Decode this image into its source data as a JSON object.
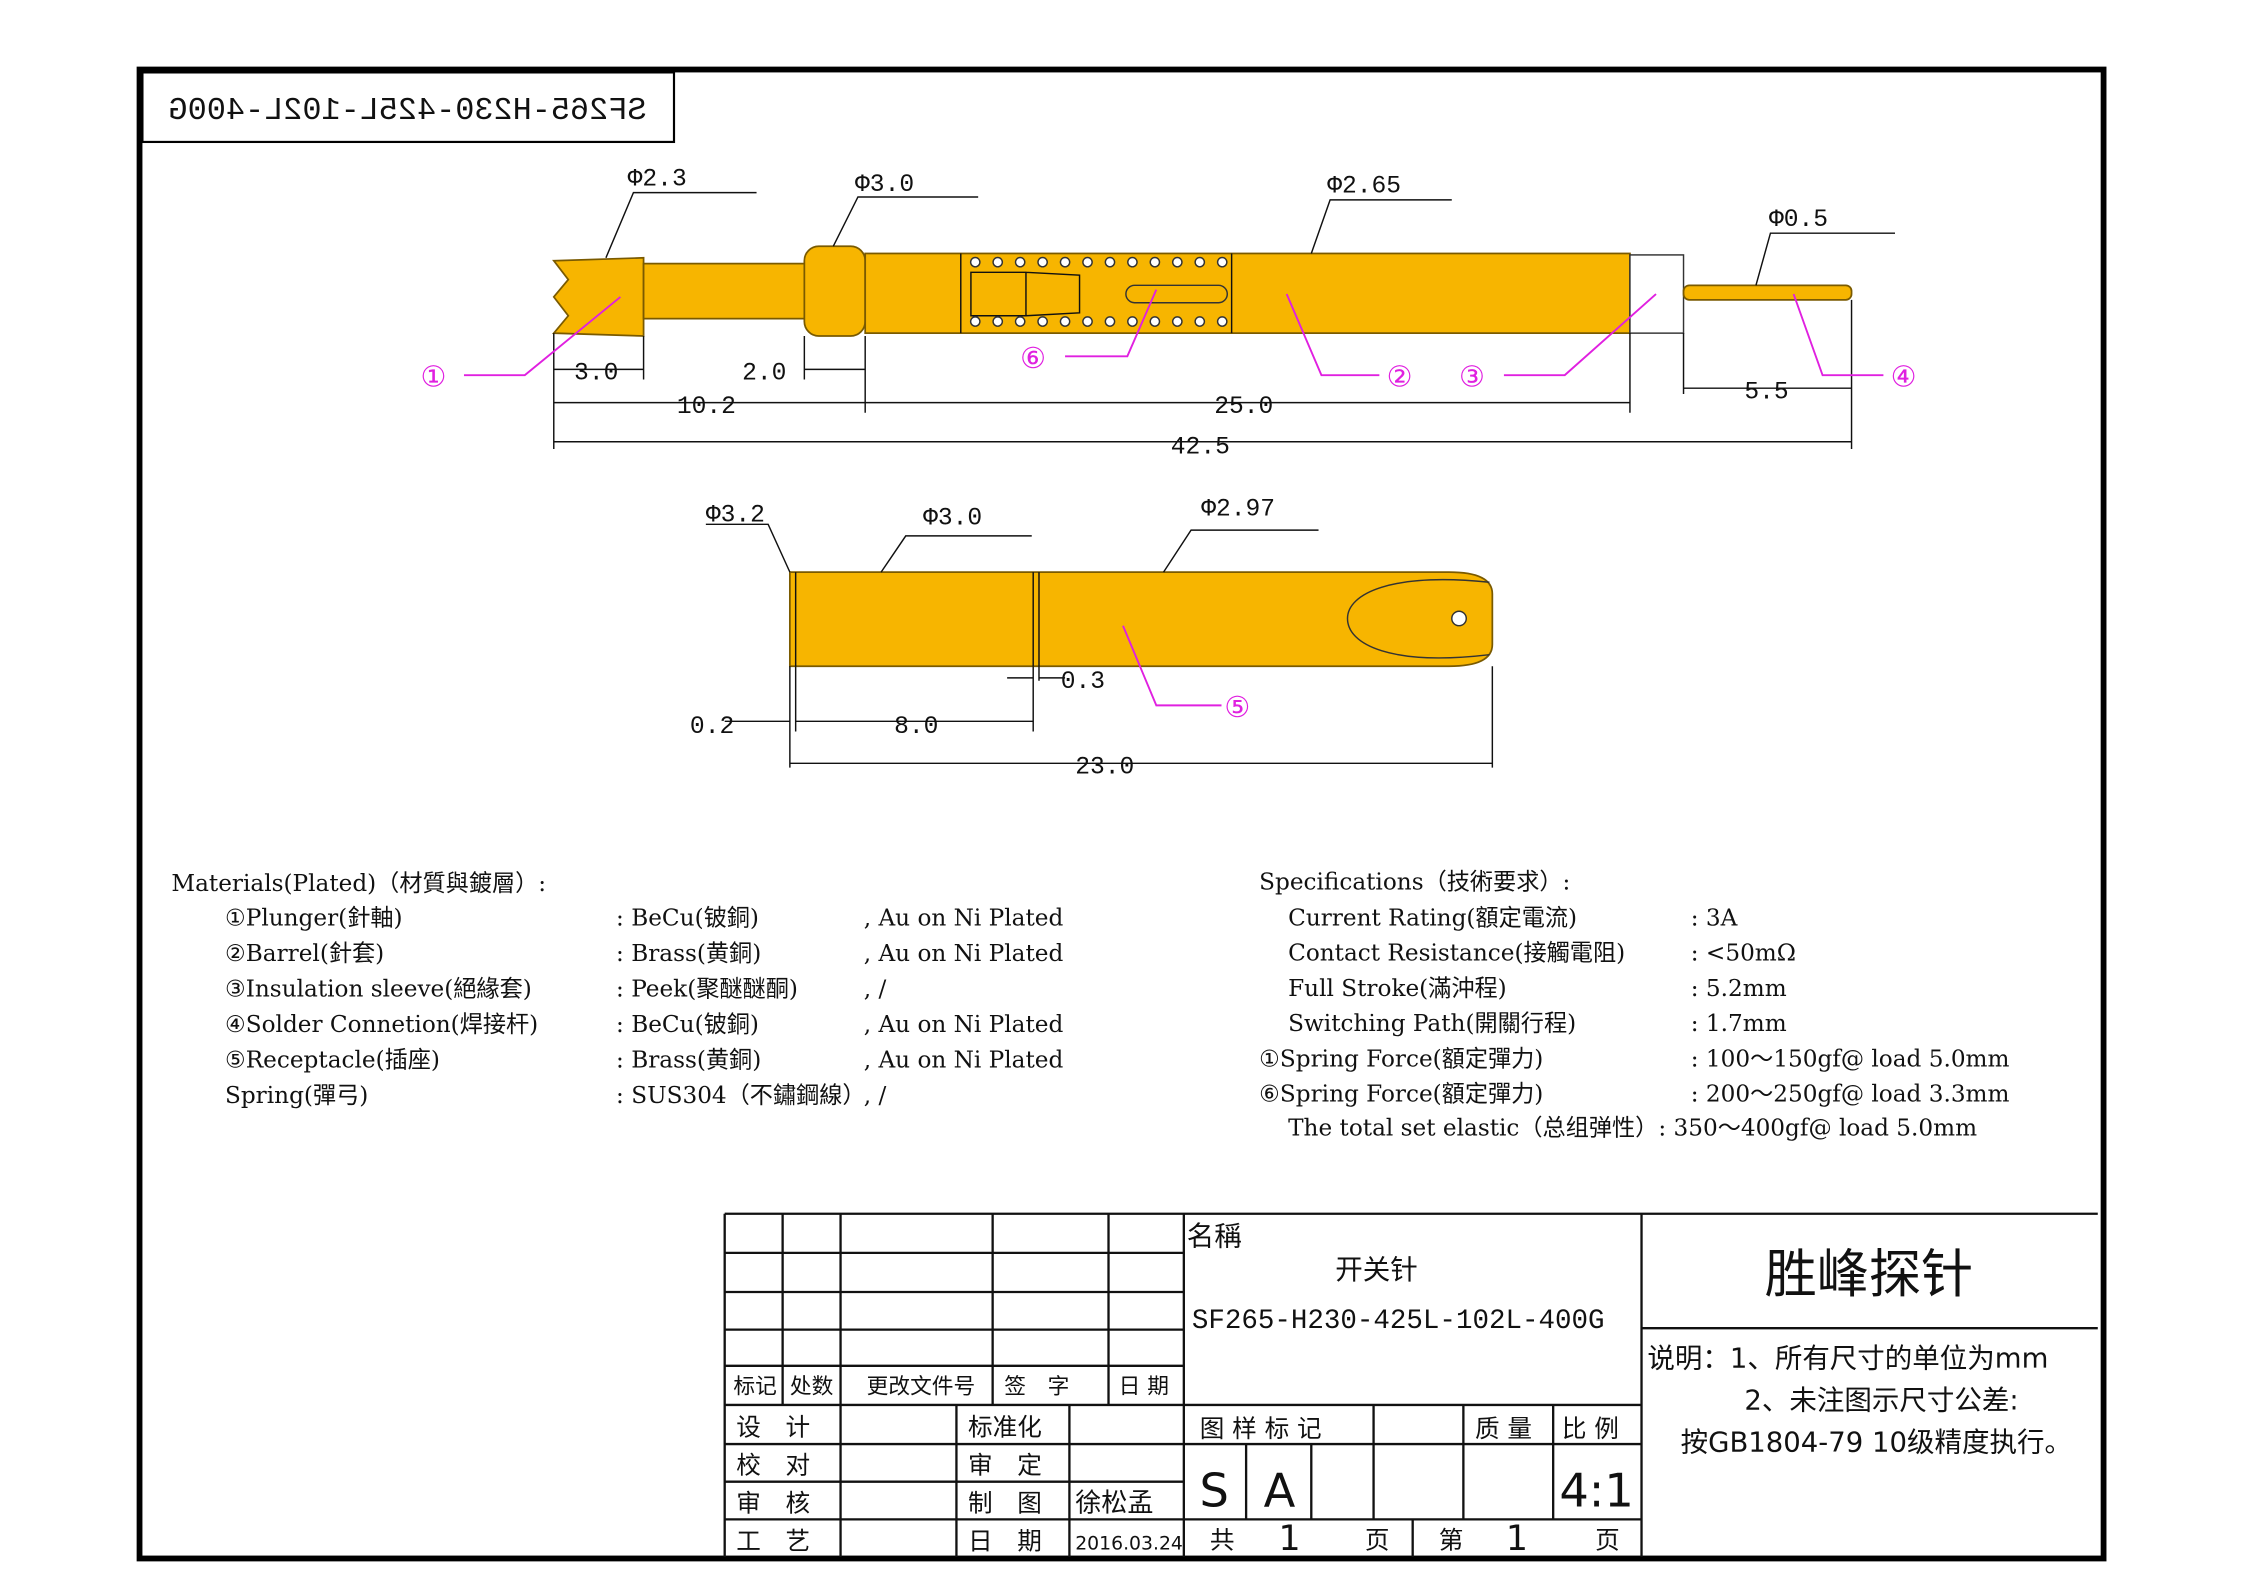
{
  "title_box": {
    "part_number": "SF265-H230-425L-102L-400G"
  },
  "plunger_view": {
    "diameters": [
      "Φ2.3",
      "Φ3.0",
      "Φ2.65",
      "Φ0.5"
    ],
    "dimensions": [
      "3.0",
      "2.0",
      "10.2",
      "25.0",
      "5.5",
      "42.5"
    ],
    "callouts": [
      "①",
      "⑥",
      "②",
      "③",
      "④"
    ]
  },
  "receptacle_view": {
    "diameters": [
      "Φ3.2",
      "Φ3.0",
      "Φ2.97"
    ],
    "dimensions": [
      "0.3",
      "0.2",
      "8.0",
      "23.0"
    ],
    "callouts": [
      "⑤"
    ]
  },
  "materials": {
    "heading": "Materials(Plated)（材質與鍍層）:",
    "rows": [
      {
        "part": "①Plunger(針軸)",
        "material": ": BeCu(铍銅)",
        "plating": ",  Au on Ni Plated"
      },
      {
        "part": "②Barrel(針套)",
        "material": ": Brass(黄銅)",
        "plating": ",  Au on Ni Plated"
      },
      {
        "part": "③Insulation sleeve(絕緣套)",
        "material": ": Peek(聚醚醚酮)",
        "plating": ",  /"
      },
      {
        "part": "④Solder Connetion(焊接杆)",
        "material": ": BeCu(铍銅)",
        "plating": ",  Au on Ni Plated"
      },
      {
        "part": "⑤Receptacle(插座)",
        "material": ": Brass(黄銅)",
        "plating": ",  Au on Ni Plated"
      },
      {
        "part": "Spring(彈弓)",
        "material": ": SUS304（不鏽鋼線）",
        "plating": " , /"
      }
    ]
  },
  "specifications": {
    "heading": "Specifications（技術要求）:",
    "rows": [
      {
        "name": "Current Rating(額定電流)",
        "value": ":  3A"
      },
      {
        "name": "Contact Resistance(接觸電阻)",
        "value": ": <50mΩ"
      },
      {
        "name": "Full Stroke(滿沖程)",
        "value": ": 5.2mm"
      },
      {
        "name": "Switching Path(開關行程)",
        "value": ": 1.7mm"
      },
      {
        "name": "①Spring Force(額定彈力)",
        "value": ": 100～150gf@ load 5.0mm"
      },
      {
        "name": "⑥Spring Force(額定彈力)",
        "value": ": 200～250gf@ load 3.3mm"
      }
    ],
    "total": "The total set elastic（总组弹性）: 350～400gf@ load 5.0mm"
  },
  "title_block": {
    "revision_headers": [
      "标记",
      "处数",
      "更改文件号",
      "签　字",
      "日 期"
    ],
    "sign_rows": [
      {
        "label": "设　计",
        "label2": "标准化",
        "value2": ""
      },
      {
        "label": "校　对",
        "label2": "审　定",
        "value2": ""
      },
      {
        "label": "审　核",
        "label2": "制　图",
        "value2": "徐松孟"
      },
      {
        "label": "工　艺",
        "label2": "日　期",
        "value2": "2016.03.24"
      }
    ],
    "name_label": "名稱",
    "name": "开关针",
    "part_number": "SF265-H230-425L-102L-400G",
    "marks_label": "图 样 标 记",
    "weight_label": "质 量",
    "scale_label": "比 例",
    "mark_s": "S",
    "mark_a": "A",
    "scale": "4:1",
    "total_label": "共",
    "total_pages": "1",
    "page_unit": "页",
    "sheet_label": "第",
    "sheet_no": "1",
    "company": "胜峰探针",
    "notes": [
      "说明：1、所有尺寸的单位为mm",
      "2、未注图示尺寸公差:",
      "按GB1804-79 10级精度执行。"
    ]
  }
}
